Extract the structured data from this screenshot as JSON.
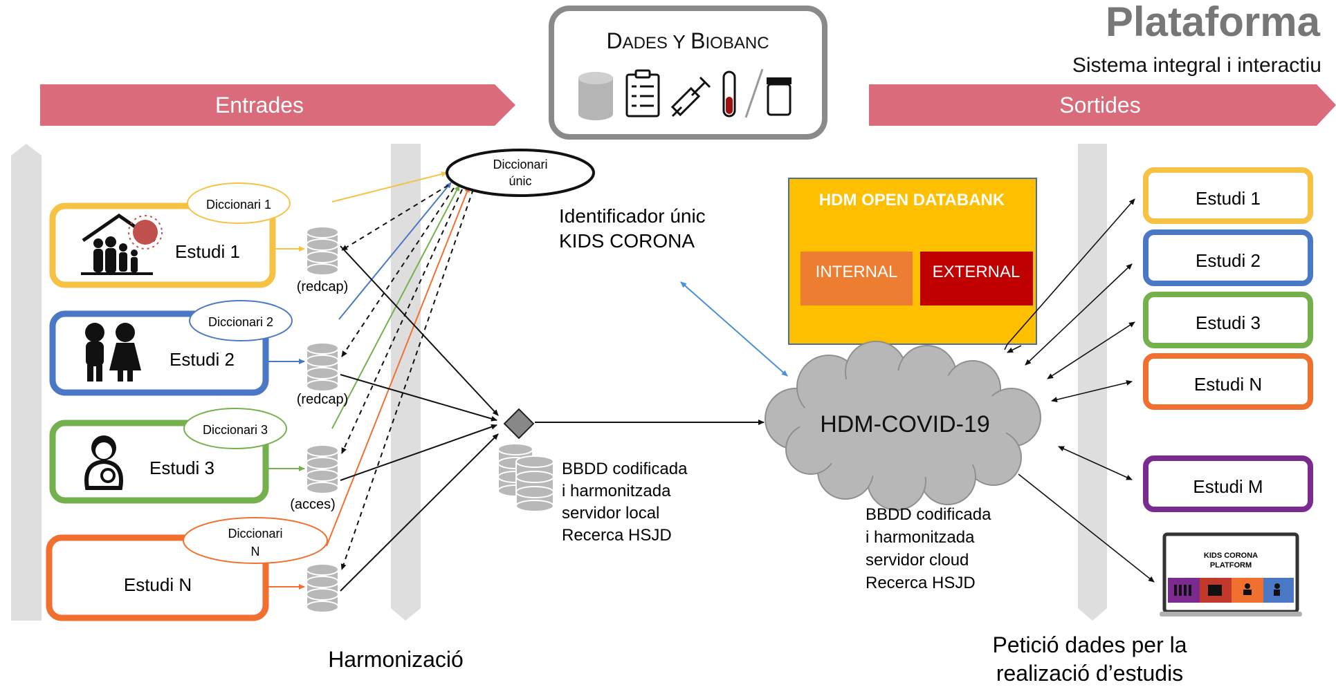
{
  "header": {
    "title": "Plataforma",
    "subtitle": "Sistema integral i interactiu"
  },
  "banners": {
    "inputs": "Entrades",
    "outputs": "Sortides"
  },
  "data_box": {
    "title_big_1": "D",
    "title_small_1": "ADES",
    "title_mid": " Y ",
    "title_big_2": "B",
    "title_small_2": "IOBANC"
  },
  "dictionary": {
    "unique_line1": "Diccionari",
    "unique_line2": "únic",
    "d1": "Diccionari 1",
    "d2": "Diccionari 2",
    "d3": "Diccionari 3",
    "dn_line1": "Diccionari",
    "dn_line2": "N"
  },
  "studies_in": {
    "s1": "Estudi 1",
    "s2": "Estudi 2",
    "s3": "Estudi 3",
    "sn": "Estudi N"
  },
  "db_labels": {
    "db1": "(redcap)",
    "db2": "(redcap)",
    "db3": "(acces)"
  },
  "identifier": {
    "line1": "Identificador únic",
    "line2": "KIDS CORONA"
  },
  "local_db": {
    "line1": "BBDD codificada",
    "line2": "i harmonitzada",
    "line3": "servidor local",
    "line4": "Recerca HSJD"
  },
  "open_databank": {
    "title": "HDM OPEN DATABANK",
    "internal": "INTERNAL",
    "external": "EXTERNAL"
  },
  "cloud": {
    "label": "HDM-COVID-19"
  },
  "cloud_db": {
    "line1": "BBDD codificada",
    "line2": "i harmonitzada",
    "line3": "servidor cloud",
    "line4": "Recerca HSJD"
  },
  "studies_out": {
    "s1": "Estudi 1",
    "s2": "Estudi 2",
    "s3": "Estudi 3",
    "sn": "Estudi N",
    "sm": "Estudi M"
  },
  "platform_screen": {
    "line1": "KIDS CORONA",
    "line2": "PLATFORM"
  },
  "footer": {
    "harmonization": "Harmonizació",
    "request_line1": "Petició dades per la",
    "request_line2": "realizació d’estudis"
  },
  "colors": {
    "banner": "#d96b7a",
    "study1": "#f6c244",
    "study2": "#4a78c4",
    "study3": "#74b14d",
    "studyN": "#f2702f",
    "studyM": "#7b2b8f",
    "databank_bg": "#fdbf00",
    "internal": "#ed7d31",
    "external": "#c00000"
  }
}
